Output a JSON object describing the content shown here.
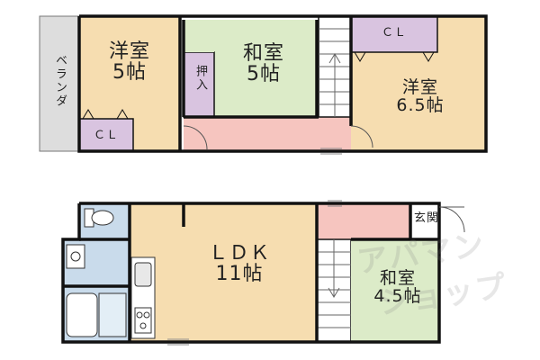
{
  "colors": {
    "wall": "#111111",
    "yoshitsu": "#f6ddb0",
    "washitsu": "#dcebc8",
    "closet": "#d9c4e0",
    "hall": "#f6c5bf",
    "ldk": "#f6ddb0",
    "wet": "#c9dbeb",
    "veranda": "#dddddd",
    "stairs": "#ffffff"
  },
  "rooms": {
    "veranda": "ベランダ",
    "room1": {
      "name": "洋室",
      "size": "5帖"
    },
    "room1_closet": "ＣＬ",
    "room2": {
      "name": "和室",
      "size": "5帖"
    },
    "oshiire": "押入",
    "room3": {
      "name": "洋室",
      "size": "6.5帖"
    },
    "room3_closet": "ＣＬ",
    "ldk": {
      "name": "ＬＤＫ",
      "size": "11帖"
    },
    "room4": {
      "name": "和室",
      "size": "4.5帖"
    },
    "genkan": "玄関"
  },
  "watermark": {
    "line1": "アパマン",
    "line2": "ショップ"
  }
}
